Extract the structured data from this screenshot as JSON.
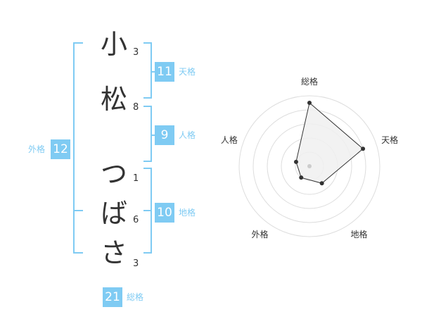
{
  "name": {
    "chars": [
      {
        "char": "小",
        "strokes": "3"
      },
      {
        "char": "松",
        "strokes": "8"
      },
      {
        "char": "つ",
        "strokes": "1"
      },
      {
        "char": "ば",
        "strokes": "6"
      },
      {
        "char": "さ",
        "strokes": "3"
      }
    ]
  },
  "fortunes": {
    "tenkaku": {
      "value": "11",
      "label": "天格"
    },
    "jinkaku": {
      "value": "9",
      "label": "人格"
    },
    "chikaku": {
      "value": "10",
      "label": "地格"
    },
    "gaikaku": {
      "value": "12",
      "label": "外格"
    },
    "soukaku": {
      "value": "21",
      "label": "総格"
    }
  },
  "colors": {
    "bracket": "#7fcbf3",
    "badge": "#7fcbf3",
    "label": "#7fcbf3",
    "text": "#333333",
    "radar_fill": "#f0f0f0",
    "radar_line": "#333333",
    "grid": "#dddddd"
  },
  "chart_data": {
    "type": "radar",
    "axes": [
      "総格",
      "天格",
      "地格",
      "外格",
      "人格"
    ],
    "values": [
      4.5,
      4,
      1.5,
      1,
      1
    ],
    "range": [
      0,
      5
    ],
    "rings": 5
  }
}
